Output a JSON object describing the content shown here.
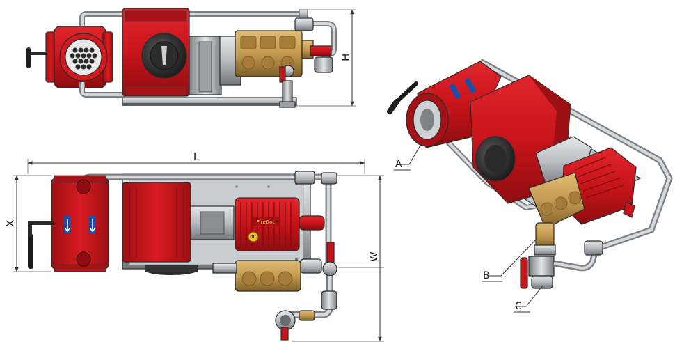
{
  "dimensions": {
    "height_label": "H",
    "length_label": "L",
    "width_x_label": "X",
    "width_w_label": "W"
  },
  "callouts": {
    "a": "A",
    "b": "B",
    "c": "C"
  },
  "labels": {
    "brand_badge": "FireDoc",
    "oil_cap": "OIL"
  },
  "colors": {
    "red": "#c8141a",
    "red_dark": "#8e0d10",
    "red_light": "#e23a3a",
    "brass": "#c39a52",
    "brass_dark": "#8c6a2e",
    "steel": "#b9bcc0",
    "steel_dark": "#6f7377",
    "plate": "#d4d6d8",
    "black": "#1c1c1c"
  }
}
